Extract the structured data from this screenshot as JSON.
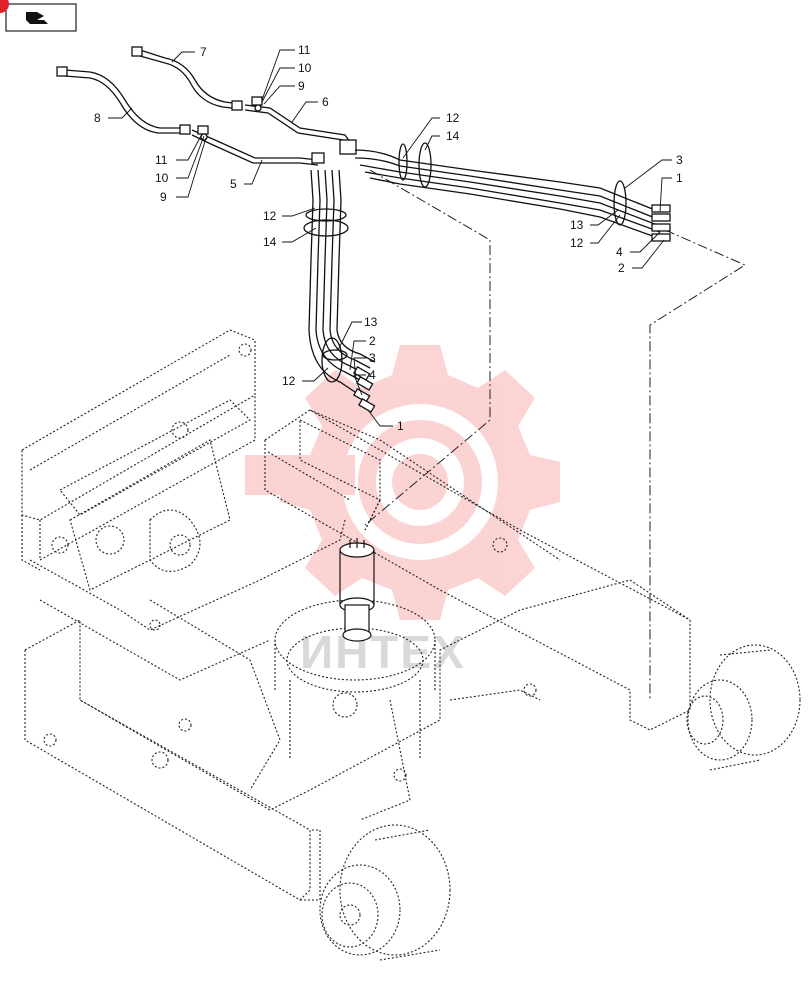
{
  "nav": {
    "icon": "return-arrow-icon",
    "badge_color": "#e0202a"
  },
  "callouts": {
    "hose_7": "7",
    "hose_8": "8",
    "tube_6": "6",
    "tube_5": "5",
    "t11a": "11",
    "t10a": "10",
    "t9a": "9",
    "t11b": "11",
    "t10b": "10",
    "t9b": "9",
    "t12a": "12",
    "t14a": "14",
    "t3a": "3",
    "t1a": "1",
    "t13a": "13",
    "t12b": "12",
    "t4a": "4",
    "t2a": "2",
    "t12c": "12",
    "t14b": "14",
    "t13b": "13",
    "t2b": "2",
    "t3b": "3",
    "t4b": "4",
    "t12d": "12",
    "t1b": "1"
  },
  "watermark": {
    "text": "ИНТЕХ",
    "color": "#f04040"
  }
}
